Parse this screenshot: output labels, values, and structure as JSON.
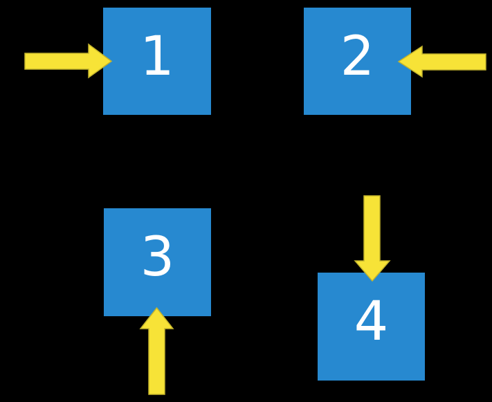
{
  "blocks": [
    {
      "label": "1"
    },
    {
      "label": "2"
    },
    {
      "label": "3"
    },
    {
      "label": "4"
    }
  ],
  "arrows": [
    {
      "icon": "arrow-right-icon",
      "direction": "right",
      "points_to_block": "1",
      "attaches_to_side": "left"
    },
    {
      "icon": "arrow-left-icon",
      "direction": "left",
      "points_to_block": "2",
      "attaches_to_side": "right"
    },
    {
      "icon": "arrow-up-icon",
      "direction": "up",
      "points_to_block": "3",
      "attaches_to_side": "bottom"
    },
    {
      "icon": "arrow-down-icon",
      "direction": "down",
      "points_to_block": "4",
      "attaches_to_side": "top"
    }
  ],
  "colors": {
    "background": "#000000",
    "block": "#2789D0",
    "block-text": "#FFFFFF",
    "arrow": "#F7E337",
    "arrow-edge": "#C4B42C"
  }
}
